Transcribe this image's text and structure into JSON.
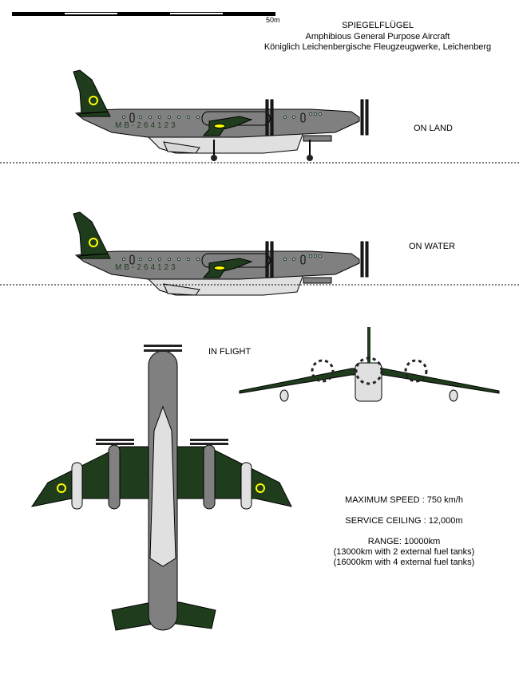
{
  "scale": {
    "label": "50m"
  },
  "header": {
    "title": "SPIEGELFLÜGEL",
    "subtitle": "Amphibious General Purpose Aircraft",
    "maker": "Königlich Leichenbergische Fleugzeugwerke, Leichenberg"
  },
  "views": {
    "land": "ON LAND",
    "water": "ON WATER",
    "flight": "IN FLIGHT"
  },
  "registration": "MB-264123",
  "specs": {
    "speed": "MAXIMUM SPEED : 750 km/h",
    "ceiling": "SERVICE CEILING : 12,000m",
    "range": "RANGE: 10000km",
    "range2": "(13000km with 2 external fuel tanks)",
    "range4": "(16000km with 4 external fuel tanks)"
  },
  "colors": {
    "green": "#1f3d1c",
    "gray": "#808080",
    "light": "#e0e0e0",
    "roundel": "#ffff00"
  }
}
